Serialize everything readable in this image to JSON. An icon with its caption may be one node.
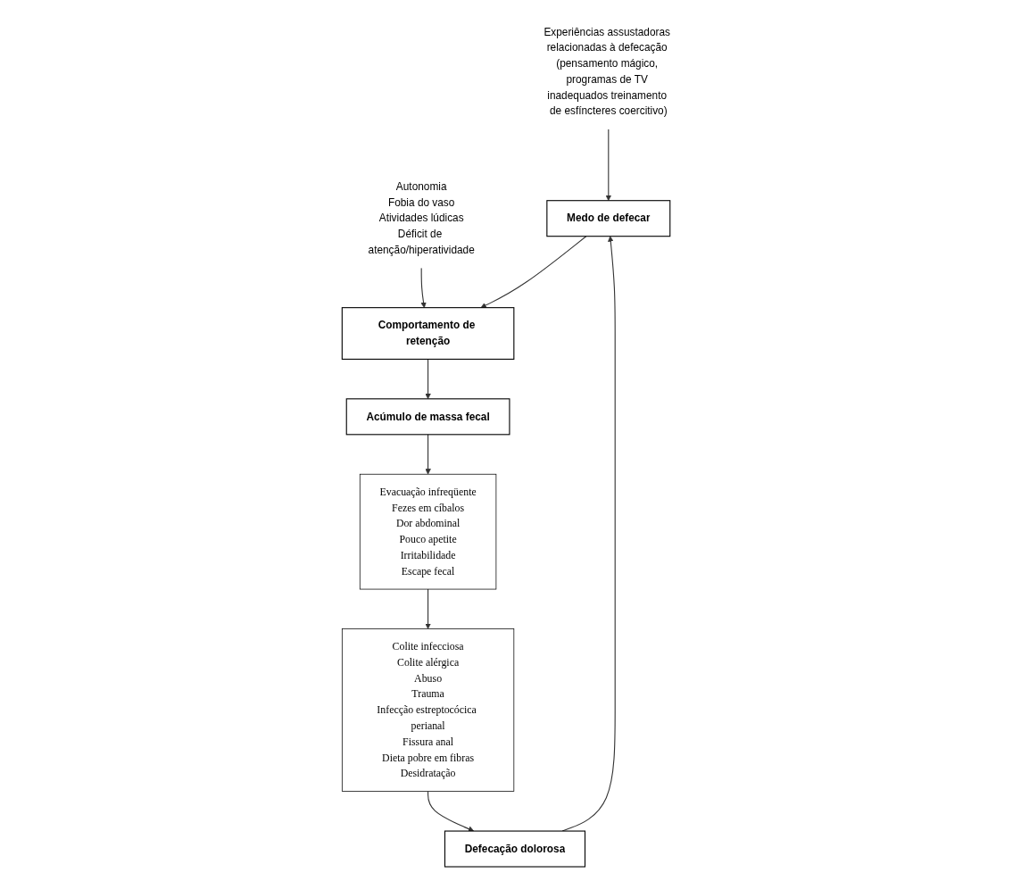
{
  "diagram": {
    "nodes": [
      {
        "text": [
          "Experiências assustadoras relacionadas à defecação (pensamento mágico, programas de TV inadequados treinamento de esfíncteres coercitivo)"
        ]
      },
      {
        "text": [
          "Autonomia",
          "Fobia do vaso",
          "Atividades lúdicas",
          "Déficit de atenção/hiperatividade"
        ]
      },
      {
        "text": [
          "Medo de defecar"
        ]
      },
      {
        "text": [
          "Comportamento de retenção"
        ]
      },
      {
        "text": [
          "Acúmulo de massa fecal"
        ]
      },
      {
        "text": [
          "Defecação dolorosa"
        ]
      },
      {
        "text": [
          "Colite infecciosa",
          "Colite alérgica",
          "Abuso",
          "Trauma",
          "Infecção estreptocócica perianal",
          "Fissura anal",
          "Dieta pobre em fibras",
          "Desidratação"
        ]
      },
      {
        "text": [
          "Evacuação infreqüente",
          "Fezes em cíbalos",
          "Dor abdominal",
          "Pouco apetite",
          "Irritabilidade",
          "Escape fecal"
        ]
      }
    ],
    "edges": [
      {
        "from": 0,
        "to": 2,
        "arrow": "to"
      },
      {
        "from": 1,
        "to": 3,
        "arrow": "to"
      },
      {
        "from": 2,
        "to": 3,
        "arrow": "to"
      },
      {
        "from": 3,
        "to": 4,
        "arrow": "to"
      },
      {
        "from": 4,
        "to": 7,
        "arrow": "to"
      },
      {
        "from": 7,
        "to": 6,
        "arrow": "to"
      },
      {
        "from": 6,
        "to": 5,
        "arrow": "to"
      },
      {
        "from": 5,
        "to": 2,
        "arrow": "to"
      }
    ]
  }
}
